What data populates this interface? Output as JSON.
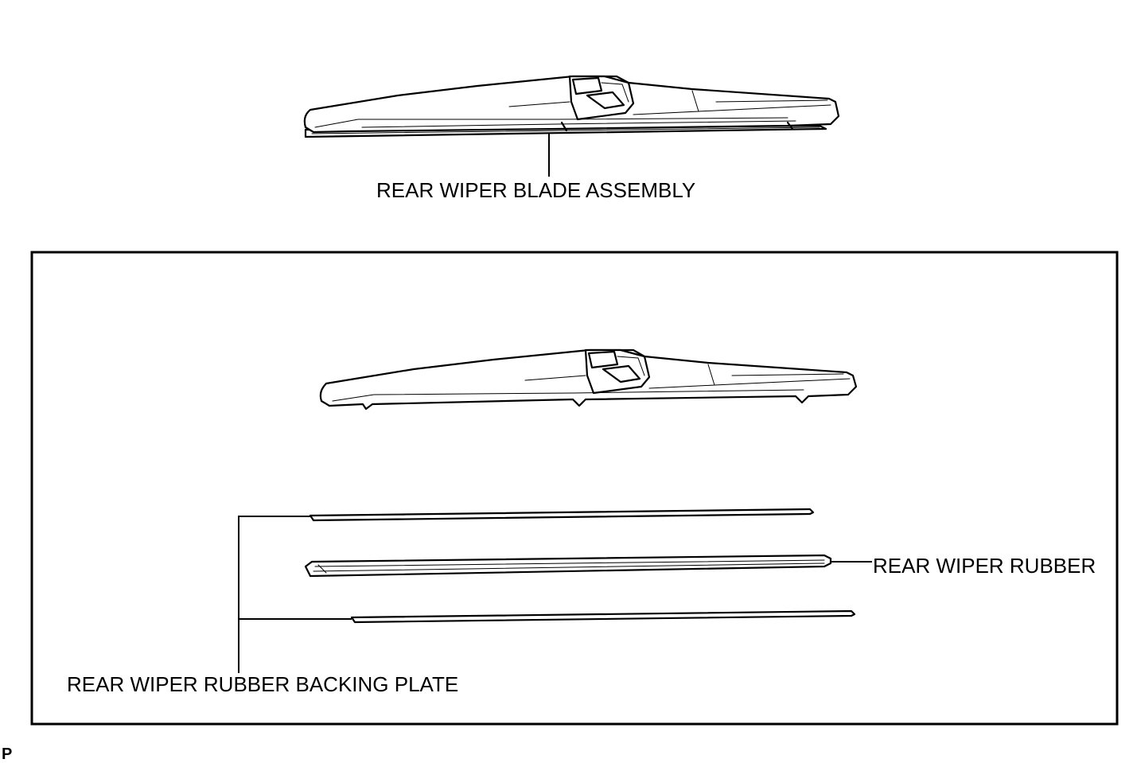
{
  "labels": {
    "blade_assembly": "REAR WIPER BLADE ASSEMBLY",
    "rubber": "REAR WIPER RUBBER",
    "backing_plate": "REAR WIPER RUBBER BACKING PLATE"
  },
  "corner_mark": "P"
}
